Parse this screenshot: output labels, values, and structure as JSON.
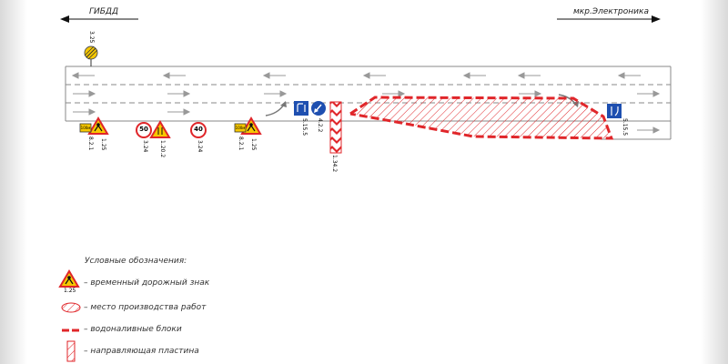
{
  "directions": {
    "left": "ГИБДД",
    "right": "мкр.Электроника"
  },
  "signs": {
    "s1": "3.25",
    "s2": "1.25",
    "s3": "8.2.1",
    "s4": "3.24",
    "s5": "1.20.2",
    "s6": "3.24",
    "s7": "1.25",
    "s8": "8.2.1",
    "s9": "5.15.5",
    "s10": "4.2.2",
    "s11": "1.34.2",
    "s12": "5.15.5",
    "sign_50": "50",
    "sign_40": "40",
    "plate_text": "100м"
  },
  "legend": {
    "title": "Условные обозначения:",
    "items": [
      {
        "label": "– временный дорожный знак",
        "sub": "1.25"
      },
      {
        "label": "– место производства работ"
      },
      {
        "label": "– водоналивные блоки"
      },
      {
        "label": "– направляющая пластина"
      }
    ]
  },
  "colors": {
    "red": "#e0262a",
    "blue": "#1e4fb0",
    "yellow": "#f7c800",
    "road_line": "#888888"
  }
}
